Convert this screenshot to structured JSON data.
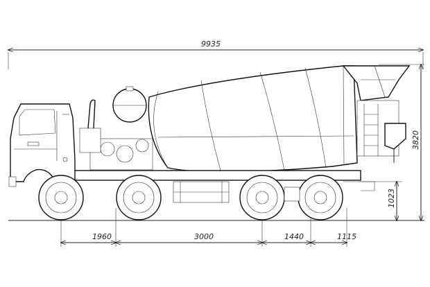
{
  "dimensions": {
    "overall_length": "9935",
    "height": "3820",
    "frame_height": "1023",
    "wheelbase_front": "1960",
    "wheelbase_mid": "3000",
    "wheelbase_rear": "1440",
    "rear_overhang": "1115"
  }
}
